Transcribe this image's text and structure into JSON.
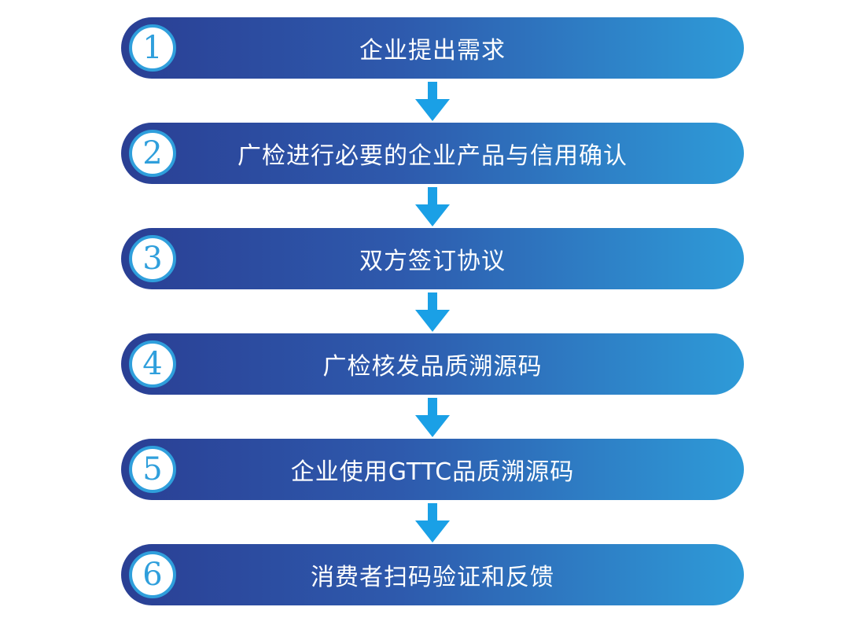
{
  "colors": {
    "gradient_start": "#2a3f94",
    "gradient_mid": "#2e5aad",
    "gradient_end": "#2e9bd8",
    "badge_border": "#2f9fdc",
    "arrow": "#1aa0e6"
  },
  "steps": [
    {
      "number": "1",
      "label": "企业提出需求"
    },
    {
      "number": "2",
      "label": "广检进行必要的企业产品与信用确认"
    },
    {
      "number": "3",
      "label": "双方签订协议"
    },
    {
      "number": "4",
      "label": "广检核发品质溯源码"
    },
    {
      "number": "5",
      "label": "企业使用GTTC品质溯源码"
    },
    {
      "number": "6",
      "label": "消费者扫码验证和反馈"
    }
  ]
}
